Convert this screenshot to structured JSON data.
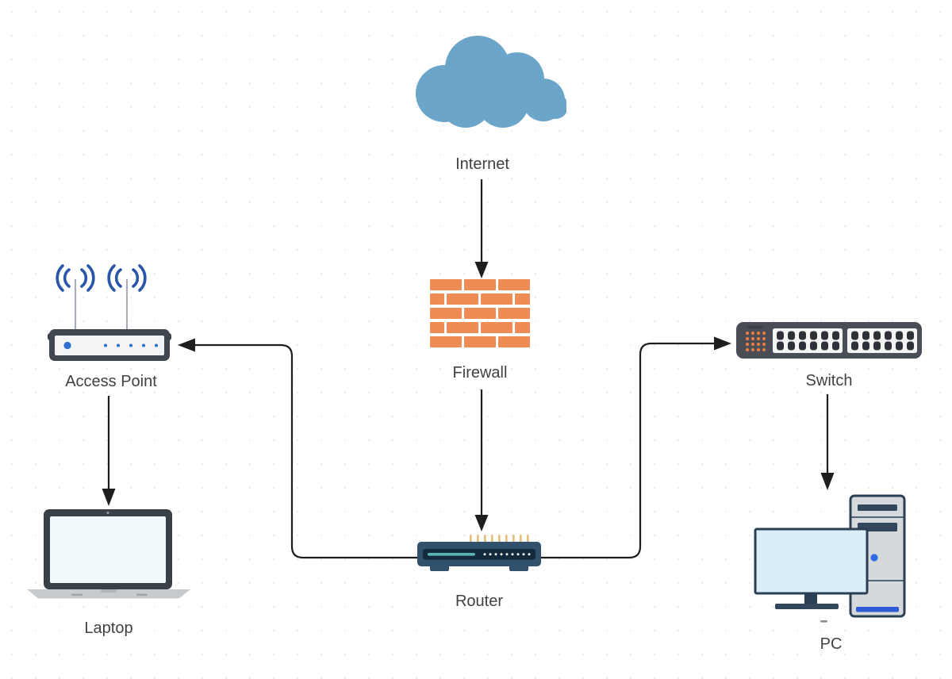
{
  "diagram": {
    "title": "Network topology diagram",
    "type": "network-topology",
    "connector_style": "orthogonal-rounded-arrows",
    "nodes": {
      "internet": {
        "label": "Internet",
        "icon": "cloud-icon"
      },
      "firewall": {
        "label": "Firewall",
        "icon": "brick-wall-icon"
      },
      "router": {
        "label": "Router",
        "icon": "router-icon"
      },
      "access_point": {
        "label": "Access Point",
        "icon": "wireless-access-point-icon"
      },
      "switch": {
        "label": "Switch",
        "icon": "network-switch-icon"
      },
      "laptop": {
        "label": "Laptop",
        "icon": "laptop-icon"
      },
      "pc": {
        "label": "PC",
        "icon": "desktop-pc-icon"
      }
    },
    "edges": [
      {
        "from": "Internet",
        "to": "Firewall"
      },
      {
        "from": "Firewall",
        "to": "Router"
      },
      {
        "from": "Router",
        "to": "Access Point"
      },
      {
        "from": "Router",
        "to": "Switch"
      },
      {
        "from": "Access Point",
        "to": "Laptop"
      },
      {
        "from": "Switch",
        "to": "PC"
      }
    ],
    "palette": {
      "cloud_blue": "#6BA5C9",
      "brick_orange": "#EE8C56",
      "router_navy": "#30506C",
      "router_panel": "#132A3C",
      "router_teal": "#59B6AE",
      "device_charcoal": "#41474E",
      "switch_gray": "#484D56",
      "led_orange": "#EF7B43",
      "accent_blue": "#2C6FD1",
      "wifi_blue": "#2A56A8",
      "monitor_navy": "#2B3F54",
      "screen_light": "#EFF8FB",
      "edge_color": "#1E1E1E",
      "label_color": "#3E4245"
    }
  }
}
